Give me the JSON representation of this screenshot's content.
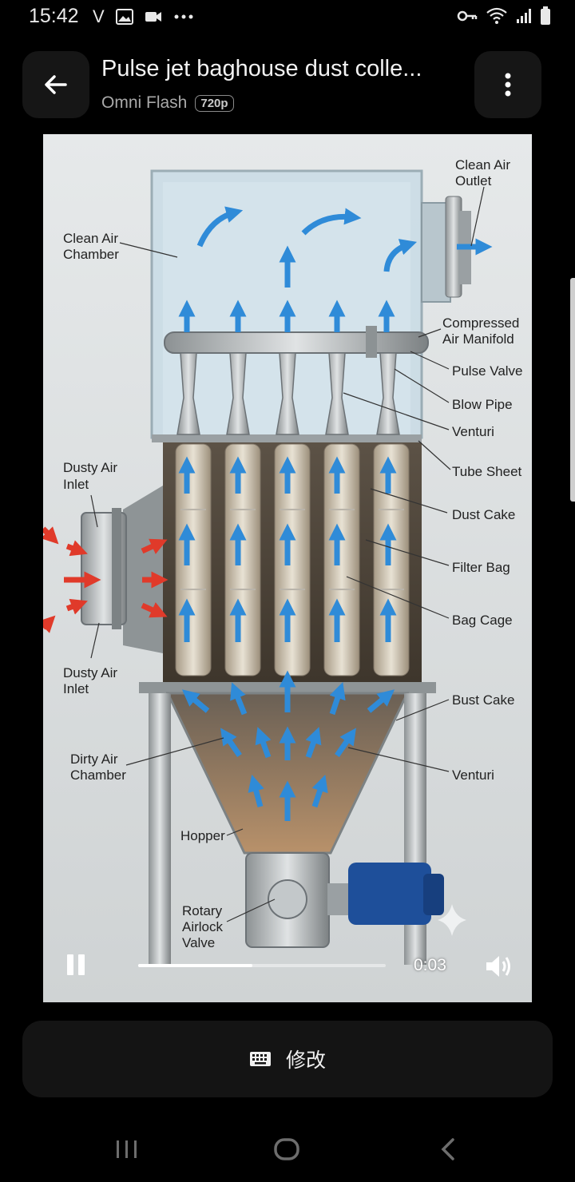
{
  "status": {
    "time": "15:42",
    "carrier_initial": "V",
    "left_icons": [
      "gallery-icon",
      "video-camera-icon",
      "more-dots-icon"
    ],
    "right_icons": [
      "key-icon",
      "wifi-icon",
      "signal-icon",
      "battery-icon"
    ]
  },
  "header": {
    "title": "Pulse jet baghouse dust colle...",
    "model": "Omni Flash",
    "quality": "720p"
  },
  "video": {
    "labels": {
      "clean_air_outlet": [
        "Clean Air",
        "Outlet"
      ],
      "clean_air_chamber": [
        "Clean Air",
        "Chamber"
      ],
      "compressed_air_manifold": [
        "Compressed",
        "Air Manifold"
      ],
      "pulse_valve": "Pulse Valve",
      "blow_pipe": "Blow Pipe",
      "venturi_top": "Venturi",
      "tube_sheet": "Tube Sheet",
      "dusty_air_inlet_top": [
        "Dusty Air",
        "Inlet"
      ],
      "dust_cake": "Dust Cake",
      "filter_bag": "Filter Bag",
      "bag_cage": "Bag Cage",
      "dusty_air_inlet_bottom": [
        "Dusty Air",
        "Inlet"
      ],
      "bust_cake": "Bust Cake",
      "dirty_air_chamber": [
        "Dirty Air",
        "Chamber"
      ],
      "venturi_bottom": "Venturi",
      "hopper": "Hopper",
      "rotary_airlock_valve": [
        "Rotary",
        "Airlock",
        "Valve"
      ]
    },
    "controls": {
      "time": "0:03",
      "progress": 0.46
    }
  },
  "edit_button": {
    "label": "修改"
  },
  "colors": {
    "background": "#000000",
    "card": "#141414",
    "arrow_blue": "#2f8bd8",
    "arrow_red": "#e03a2a"
  }
}
